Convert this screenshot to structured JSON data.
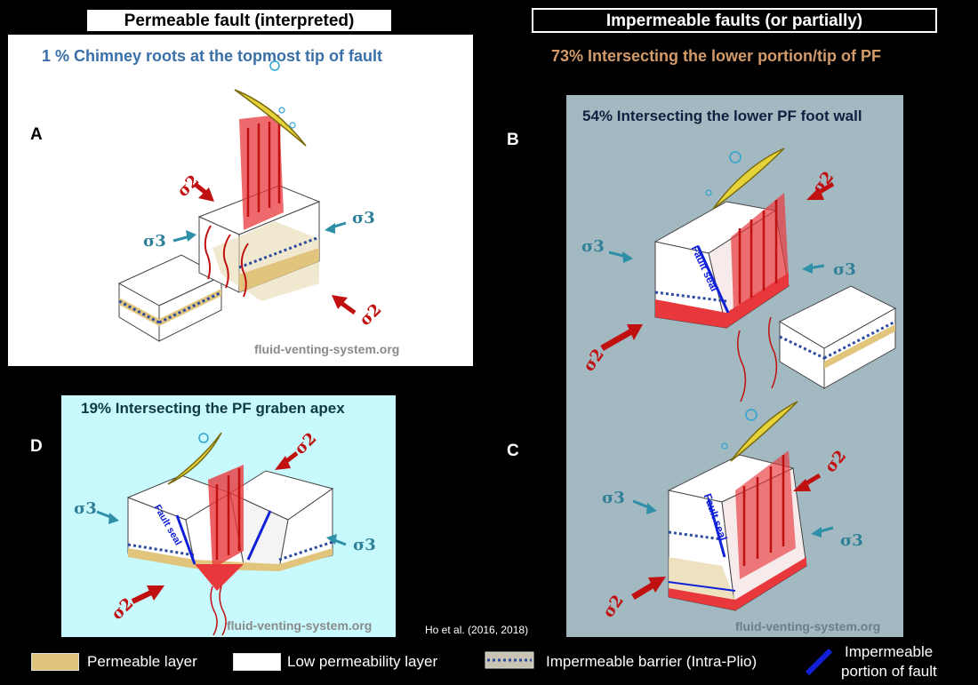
{
  "headers": {
    "left": "Permeable fault (interpreted)",
    "right": "Impermeable  faults  (or partially)"
  },
  "subtitles": {
    "left": "1 % Chimney roots at the topmost tip of fault",
    "right": "73% Intersecting the lower portion/tip of PF"
  },
  "panels": {
    "A": {
      "letter": "A",
      "watermark": "fluid-venting-system.org"
    },
    "B": {
      "letter": "B",
      "title": "54% Intersecting the lower PF foot wall",
      "fault_label": "Fault seal"
    },
    "C": {
      "letter": "C",
      "watermark": "fluid-venting-system.org",
      "fault_label": "Fault seal"
    },
    "D": {
      "letter": "D",
      "title": "19% Intersecting the PF graben apex",
      "watermark": "fluid-venting-system.org",
      "fault_label": "Fault seal"
    }
  },
  "stress_labels": {
    "s2": "σ2",
    "s3": "σ3"
  },
  "citation": "Ho et al. (2016, 2018)",
  "legend": {
    "permeable": "Permeable layer",
    "low_perm": "Low permeability layer",
    "barrier": "Impermeable barrier (Intra-Plio)",
    "imperm_line1": "Impermeable",
    "imperm_line2": "portion of fault"
  },
  "colors": {
    "panel_a_bg": "#ffffff",
    "panel_bc_bg": "#a3b9c1",
    "panel_d_bg": "#c8fafd",
    "permeable_layer": "#e2c57d",
    "barrier": "#2b4aa0",
    "fault_seal": "#1020d8",
    "stress_s2": "#c01010",
    "stress_s3": "#2f8fa8",
    "chimney": "#e8383c",
    "title_blue": "#3a6fa8",
    "title_orange": "#d39a6a"
  }
}
